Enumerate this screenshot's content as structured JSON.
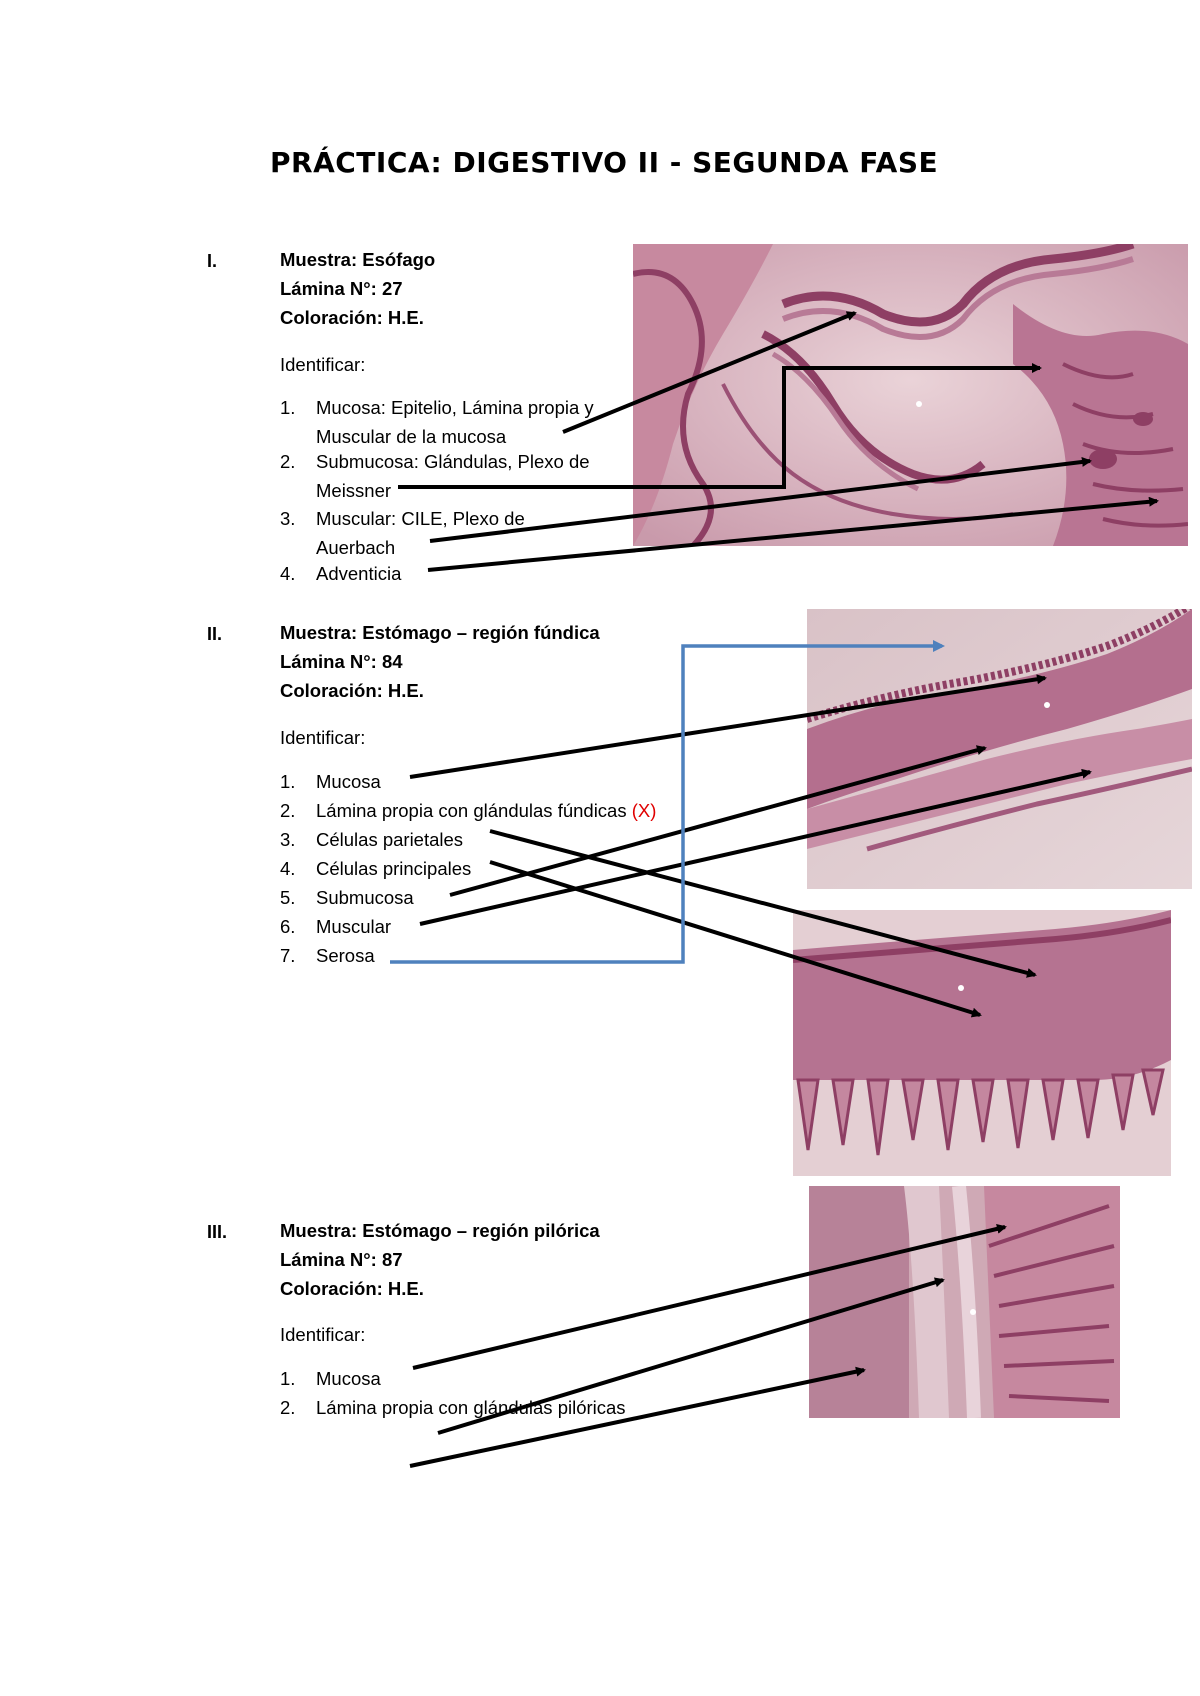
{
  "title": "PRÁCTICA: DIGESTIVO II - SEGUNDA FASE",
  "sections": [
    {
      "roman": "I.",
      "sample": "Muestra: Esófago",
      "slide": "Lámina N°: 27",
      "stain": "Coloración: H.E.",
      "identify_label": "Identificar:",
      "items": [
        {
          "n": "1.",
          "text": "Mucosa: Epitelio, Lámina propia y Muscular de la mucosa"
        },
        {
          "n": "2.",
          "text": "Submucosa: Glándulas, Plexo de Meissner"
        },
        {
          "n": "3.",
          "text": "Muscular: CILE, Plexo de Auerbach"
        },
        {
          "n": "4.",
          "text": "Adventicia"
        }
      ]
    },
    {
      "roman": "II.",
      "sample": "Muestra: Estómago – región fúndica",
      "slide": "Lámina N°: 84",
      "stain": "Coloración: H.E.",
      "identify_label": "Identificar:",
      "items": [
        {
          "n": "1.",
          "text": "Mucosa"
        },
        {
          "n": "2.",
          "text": "Lámina propia con glándulas fúndicas",
          "mark": "(X)"
        },
        {
          "n": "3.",
          "text": "Células parietales"
        },
        {
          "n": "4.",
          "text": "Células principales"
        },
        {
          "n": "5.",
          "text": "Submucosa"
        },
        {
          "n": "6.",
          "text": "Muscular"
        },
        {
          "n": "7.",
          "text": "Serosa"
        }
      ]
    },
    {
      "roman": "III.",
      "sample": "Muestra: Estómago – región pilórica",
      "slide": "Lámina N°: 87",
      "stain": "Coloración: H.E.",
      "identify_label": "Identificar:",
      "items": [
        {
          "n": "1.",
          "text": "Mucosa"
        },
        {
          "n": "2.",
          "text": "Lámina propia con glándulas pilóricas"
        }
      ]
    }
  ],
  "colors": {
    "tissue_bg": "#d9b9c2",
    "tissue_dark": "#8e3f64",
    "tissue_mid": "#b87a96",
    "arrow_black": "#000000",
    "arrow_blue": "#4f81bd",
    "mark_red": "#e00000"
  }
}
